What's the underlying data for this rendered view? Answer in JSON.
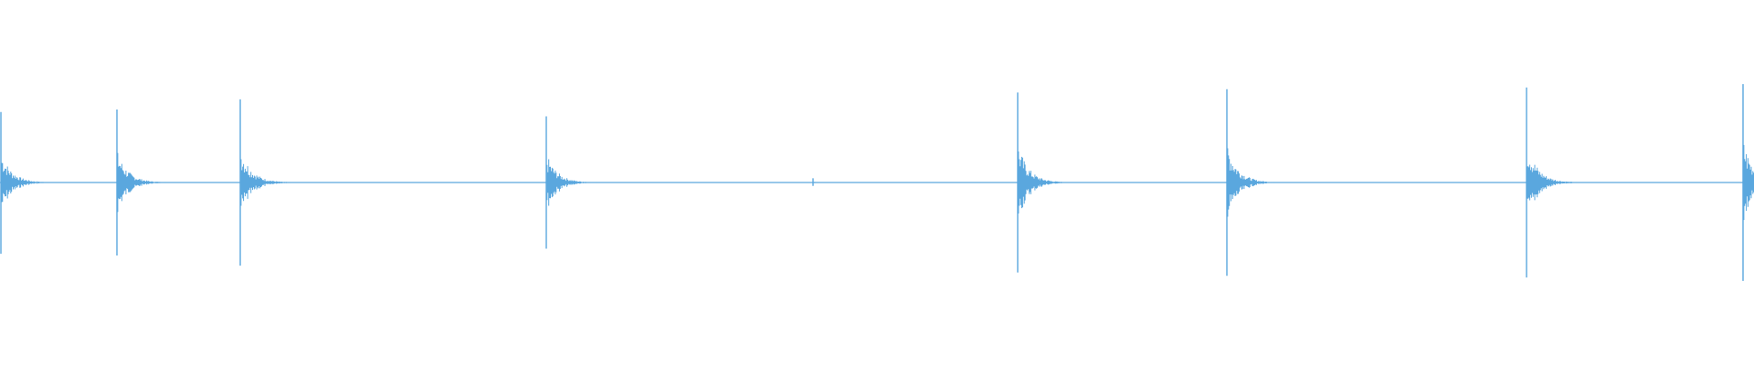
{
  "waveform": {
    "color": "#5aa7de",
    "background": "#ffffff",
    "transients": [
      {
        "time_fraction": 0.0005,
        "peak_up": 0.83,
        "peak_down": 0.84
      },
      {
        "time_fraction": 0.0668,
        "peak_up": 0.86,
        "peak_down": 0.86
      },
      {
        "time_fraction": 0.137,
        "peak_up": 0.98,
        "peak_down": 0.98
      },
      {
        "time_fraction": 0.3113,
        "peak_up": 0.78,
        "peak_down": 0.78
      },
      {
        "time_fraction": 0.4635,
        "peak_up": 0.05,
        "peak_down": 0.04
      },
      {
        "time_fraction": 0.5801,
        "peak_up": 1.06,
        "peak_down": 1.06
      },
      {
        "time_fraction": 0.6996,
        "peak_up": 1.1,
        "peak_down": 1.1
      },
      {
        "time_fraction": 0.8703,
        "peak_up": 1.12,
        "peak_down": 1.12
      },
      {
        "time_fraction": 0.9939,
        "peak_up": 1.16,
        "peak_down": 1.16
      }
    ]
  }
}
